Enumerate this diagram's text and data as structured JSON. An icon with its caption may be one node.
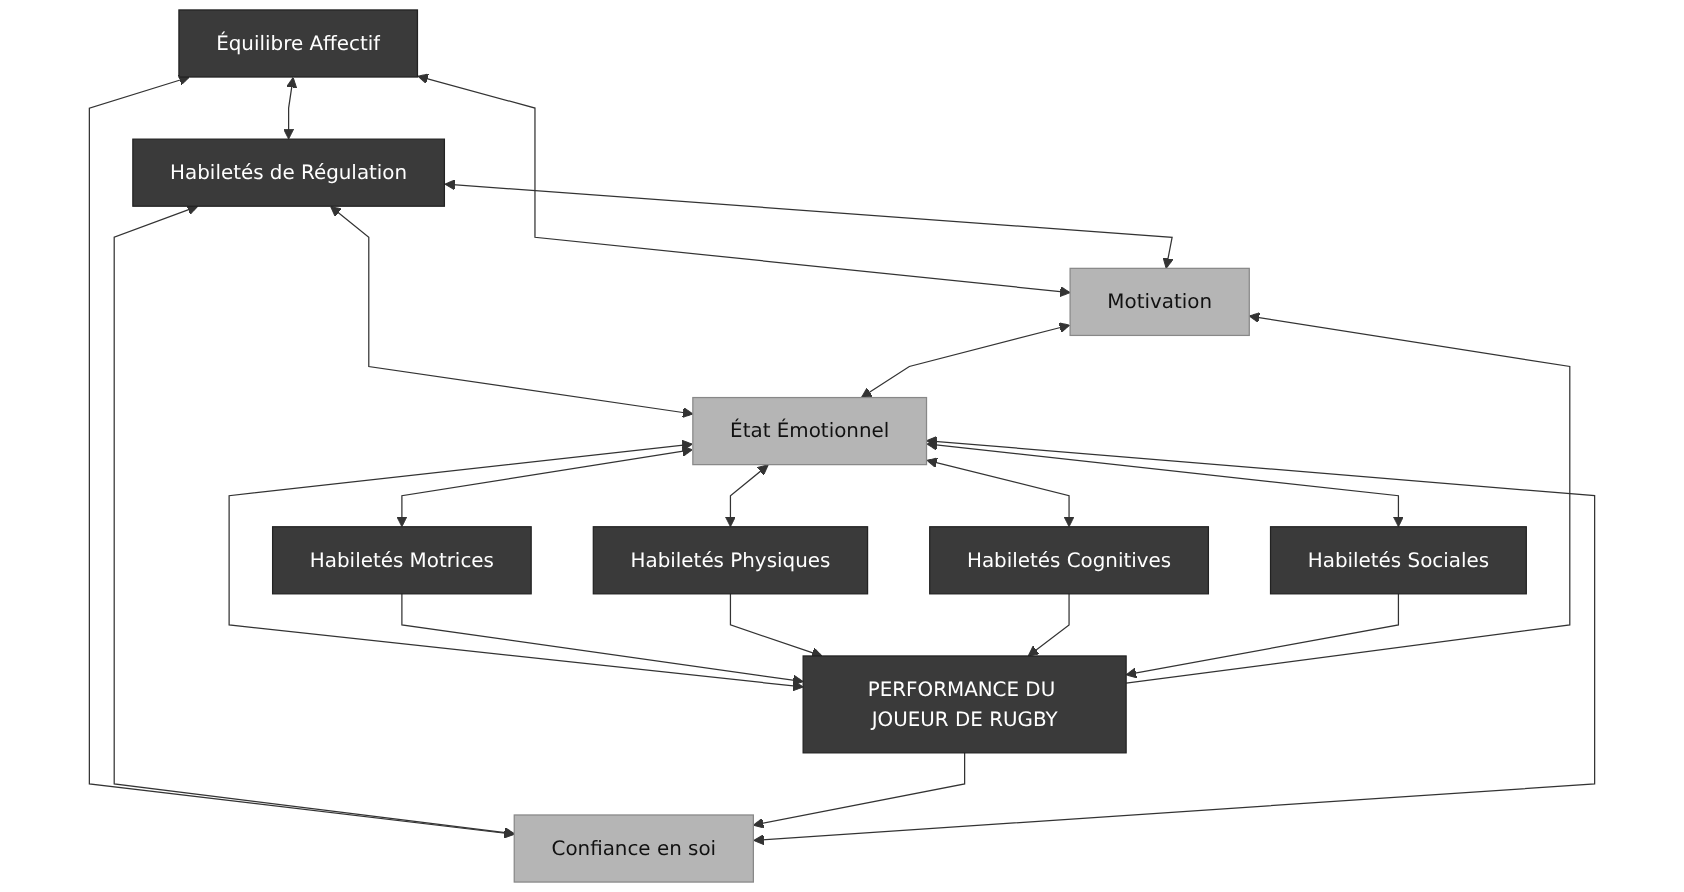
{
  "diagram": {
    "nodes": [
      {
        "text": [
          "Équilibre Affectif"
        ]
      },
      {
        "text": [
          "Habiletés de Régulation"
        ]
      },
      {
        "text": [
          "Motivation"
        ]
      },
      {
        "text": [
          "Confiance en soi"
        ]
      },
      {
        "text": [
          "État Émotionnel"
        ]
      },
      {
        "text": [
          "Habiletés Motrices"
        ]
      },
      {
        "text": [
          "Habiletés Physiques"
        ]
      },
      {
        "text": [
          "Habiletés Cognitives"
        ]
      },
      {
        "text": [
          "Habiletés Sociales"
        ]
      },
      {
        "text": [
          "PERFORMANCE DU JOUEUR DE RUGBY"
        ]
      }
    ],
    "edges": [
      {
        "from": 0,
        "to": 1,
        "arrow": "both"
      },
      {
        "from": 0,
        "to": 2,
        "arrow": "both"
      },
      {
        "from": 0,
        "to": 3,
        "arrow": "both"
      },
      {
        "from": 1,
        "to": 2,
        "arrow": "both"
      },
      {
        "from": 1,
        "to": 3,
        "arrow": "both"
      },
      {
        "from": 1,
        "to": 4,
        "arrow": "both"
      },
      {
        "from": 2,
        "to": 4,
        "arrow": "both"
      },
      {
        "from": 3,
        "to": 4,
        "arrow": "both"
      },
      {
        "from": 4,
        "to": 5,
        "arrow": "both"
      },
      {
        "from": 4,
        "to": 6,
        "arrow": "both"
      },
      {
        "from": 4,
        "to": 7,
        "arrow": "both"
      },
      {
        "from": 4,
        "to": 8,
        "arrow": "both"
      },
      {
        "from": 4,
        "to": 9,
        "arrow": "both"
      },
      {
        "from": 5,
        "to": 9,
        "arrow": "to"
      },
      {
        "from": 6,
        "to": 9,
        "arrow": "to"
      },
      {
        "from": 7,
        "to": 9,
        "arrow": "to"
      },
      {
        "from": 8,
        "to": 9,
        "arrow": "to"
      },
      {
        "from": 9,
        "to": 2,
        "arrow": "to"
      },
      {
        "from": 9,
        "to": 3,
        "arrow": "to"
      }
    ]
  }
}
